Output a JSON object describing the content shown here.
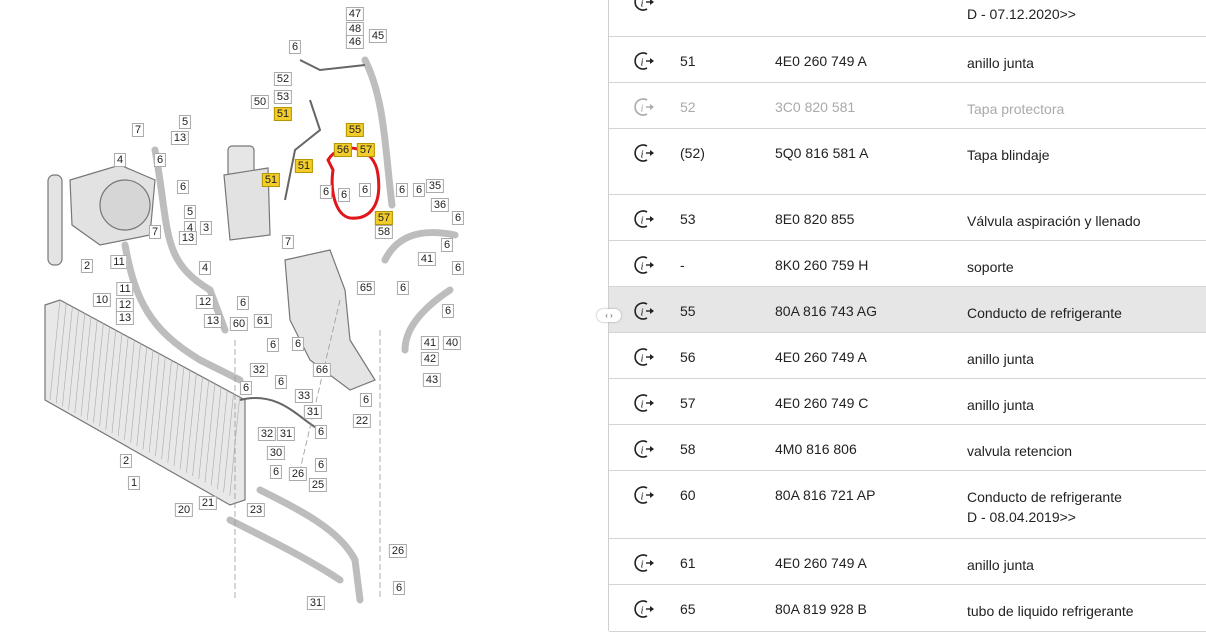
{
  "diagram": {
    "callouts": [
      "47",
      "48",
      "46",
      "45",
      "6",
      "52",
      "53",
      "50",
      "51",
      "7",
      "5",
      "55",
      "56",
      "57",
      "13",
      "4",
      "6",
      "51",
      "51",
      "6",
      "6",
      "6",
      "6",
      "6",
      "6",
      "35",
      "36",
      "5",
      "4",
      "13",
      "3",
      "6",
      "57",
      "58",
      "7",
      "7",
      "2",
      "11",
      "4",
      "6",
      "41",
      "6",
      "12",
      "6",
      "11",
      "10",
      "12",
      "13",
      "6",
      "65",
      "6",
      "13",
      "60",
      "61",
      "6",
      "6",
      "41",
      "40",
      "42",
      "43",
      "66",
      "32",
      "6",
      "6",
      "33",
      "6",
      "31",
      "22",
      "6",
      "32",
      "31",
      "30",
      "6",
      "2",
      "1",
      "26",
      "25",
      "6",
      "20",
      "21",
      "23",
      "26",
      "6",
      "31"
    ],
    "highlighted_callouts": [
      "51",
      "55",
      "56",
      "57",
      "51",
      "51",
      "57"
    ],
    "annotation_color": "#e0161b"
  },
  "toggle": {
    "label": "‹ ›"
  },
  "parts_table": {
    "rows": [
      {
        "pos": "",
        "part": "",
        "desc": [
          "D - 07.12.2020>>"
        ],
        "state": "normal"
      },
      {
        "pos": "51",
        "part": "4E0 260 749 A",
        "desc": [
          "anillo junta"
        ],
        "state": "normal"
      },
      {
        "pos": "52",
        "part": "3C0 820 581",
        "desc": [
          "Tapa protectora"
        ],
        "state": "dim"
      },
      {
        "pos": "(52)",
        "part": "5Q0 816 581 A",
        "desc": [
          "Tapa blindaje"
        ],
        "state": "normal"
      },
      {
        "pos": "53",
        "part": "8E0 820 855",
        "desc": [
          "Válvula aspiración y llenado"
        ],
        "state": "normal"
      },
      {
        "pos": "-",
        "part": "8K0 260 759 H",
        "desc": [
          "soporte"
        ],
        "state": "normal"
      },
      {
        "pos": "55",
        "part": "80A 816 743 AG",
        "desc": [
          "Conducto de refrigerante"
        ],
        "state": "selected"
      },
      {
        "pos": "56",
        "part": "4E0 260 749 A",
        "desc": [
          "anillo junta"
        ],
        "state": "normal"
      },
      {
        "pos": "57",
        "part": "4E0 260 749 C",
        "desc": [
          "anillo junta"
        ],
        "state": "normal"
      },
      {
        "pos": "58",
        "part": "4M0 816 806",
        "desc": [
          "valvula retencion"
        ],
        "state": "normal"
      },
      {
        "pos": "60",
        "part": "80A 816 721 AP",
        "desc": [
          "Conducto de refrigerante",
          "D - 08.04.2019>>"
        ],
        "state": "normal"
      },
      {
        "pos": "61",
        "part": "4E0 260 749 A",
        "desc": [
          "anillo junta"
        ],
        "state": "normal"
      },
      {
        "pos": "65",
        "part": "80A 819 928 B",
        "desc": [
          "tubo de liquido refrigerante"
        ],
        "state": "normal"
      }
    ],
    "row_icon": "info-arrow-icon"
  }
}
